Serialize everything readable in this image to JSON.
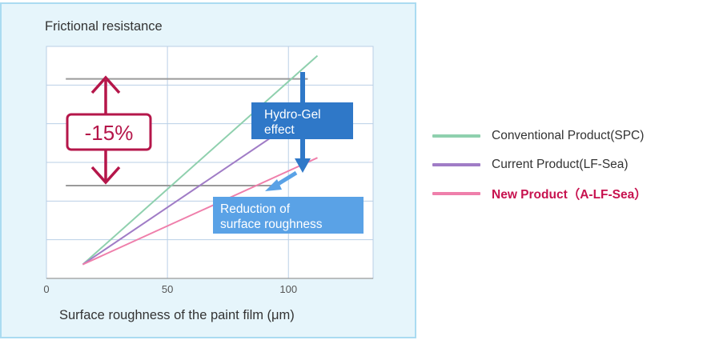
{
  "chart_data": {
    "type": "line",
    "ylabel": "Frictional resistance",
    "xlabel": "Surface roughness of the paint film (μm)",
    "x_ticks": [
      "0",
      "50",
      "100"
    ],
    "xlim": [
      0,
      135
    ],
    "ylim": [
      0,
      100
    ],
    "grid": true,
    "legend_position": "right",
    "series": [
      {
        "name": "Conventional Product(SPC)",
        "color": "#8fd0ae",
        "points": [
          [
            15,
            6
          ],
          [
            112,
            96
          ]
        ]
      },
      {
        "name": "Current Product(LF-Sea)",
        "color": "#a07cc6",
        "points": [
          [
            15,
            6
          ],
          [
            106,
            70
          ]
        ]
      },
      {
        "name": "New Product（A-LF-Sea）",
        "color": "#ef7fab",
        "bold": true,
        "label_color": "#c7124f",
        "points": [
          [
            15,
            6
          ],
          [
            112,
            52
          ]
        ]
      }
    ],
    "reference_lines": [
      {
        "y": 86,
        "x_from": 8,
        "x_to": 108
      },
      {
        "y": 40,
        "x_from": 8,
        "x_to": 93
      }
    ],
    "annotations": {
      "reduction": {
        "text": "-15%",
        "color": "#b5164a"
      },
      "hydro_gel": {
        "lines": [
          "Hydro-Gel",
          "effect"
        ],
        "color": "#2f78c8"
      },
      "roughness": {
        "lines": [
          "Reduction of",
          "surface roughness"
        ],
        "color": "#5aa2e6"
      }
    }
  },
  "colors": {
    "panel_background": "#e6f5fb",
    "panel_border": "#aadbf1",
    "plot_background": "#ffffff",
    "gridline": "#b9cfe6",
    "reference_line": "#9a9a9a"
  }
}
